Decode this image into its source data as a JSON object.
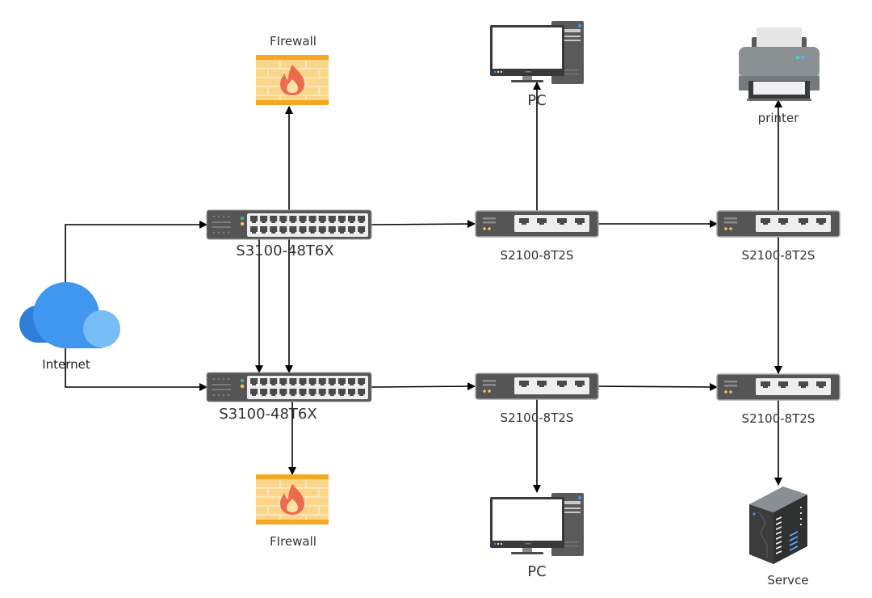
{
  "diagram": {
    "type": "network-topology",
    "colors": {
      "line": "#000000",
      "switch_body": "#555555",
      "switch_panel": "#eeeeee",
      "port": "#4a4a4a",
      "led_green": "#3dbb7a",
      "led_yellow": "#f2c94c",
      "firewall_orange": "#f5a623",
      "firewall_brick": "#fbd58a",
      "flame": "#ee6a4e",
      "cloud_dark": "#2f7fd9",
      "cloud_mid": "#3f97ef",
      "cloud_light": "#79bdf6"
    },
    "nodes": {
      "internet": {
        "label": "Internet",
        "icon": "cloud-icon"
      },
      "firewall_top": {
        "label": "FIrewall",
        "icon": "firewall-icon"
      },
      "firewall_bottom": {
        "label": "FIrewall",
        "icon": "firewall-icon"
      },
      "core_top": {
        "label": "S3100-48T6X",
        "icon": "core-switch-icon"
      },
      "core_bottom": {
        "label": "S3100-48T6X",
        "icon": "core-switch-icon"
      },
      "access_top_1": {
        "label": "S2100-8T2S",
        "icon": "access-switch-icon"
      },
      "access_top_2": {
        "label": "S2100-8T2S",
        "icon": "access-switch-icon"
      },
      "access_bottom_1": {
        "label": "S2100-8T2S",
        "icon": "access-switch-icon"
      },
      "access_bottom_2": {
        "label": "S2100-8T2S",
        "icon": "access-switch-icon"
      },
      "pc_top": {
        "label": "PC",
        "icon": "desktop-pc-icon"
      },
      "pc_bottom": {
        "label": "PC",
        "icon": "desktop-pc-icon"
      },
      "printer": {
        "label": "printer",
        "icon": "printer-icon"
      },
      "server": {
        "label": "Servce",
        "icon": "server-rack-icon"
      }
    },
    "edges": [
      {
        "from": "internet",
        "to": "core_top"
      },
      {
        "from": "internet",
        "to": "core_bottom"
      },
      {
        "from": "core_top",
        "to": "firewall_top"
      },
      {
        "from": "core_top",
        "to": "core_bottom"
      },
      {
        "from": "core_top",
        "to": "core_bottom"
      },
      {
        "from": "core_bottom",
        "to": "firewall_bottom"
      },
      {
        "from": "core_top",
        "to": "access_top_1"
      },
      {
        "from": "access_top_1",
        "to": "pc_top"
      },
      {
        "from": "access_top_1",
        "to": "access_top_2"
      },
      {
        "from": "access_top_2",
        "to": "printer"
      },
      {
        "from": "access_top_2",
        "to": "access_bottom_2"
      },
      {
        "from": "core_bottom",
        "to": "access_bottom_1"
      },
      {
        "from": "access_bottom_1",
        "to": "pc_bottom"
      },
      {
        "from": "access_bottom_1",
        "to": "access_bottom_2"
      },
      {
        "from": "access_bottom_2",
        "to": "server"
      }
    ]
  }
}
